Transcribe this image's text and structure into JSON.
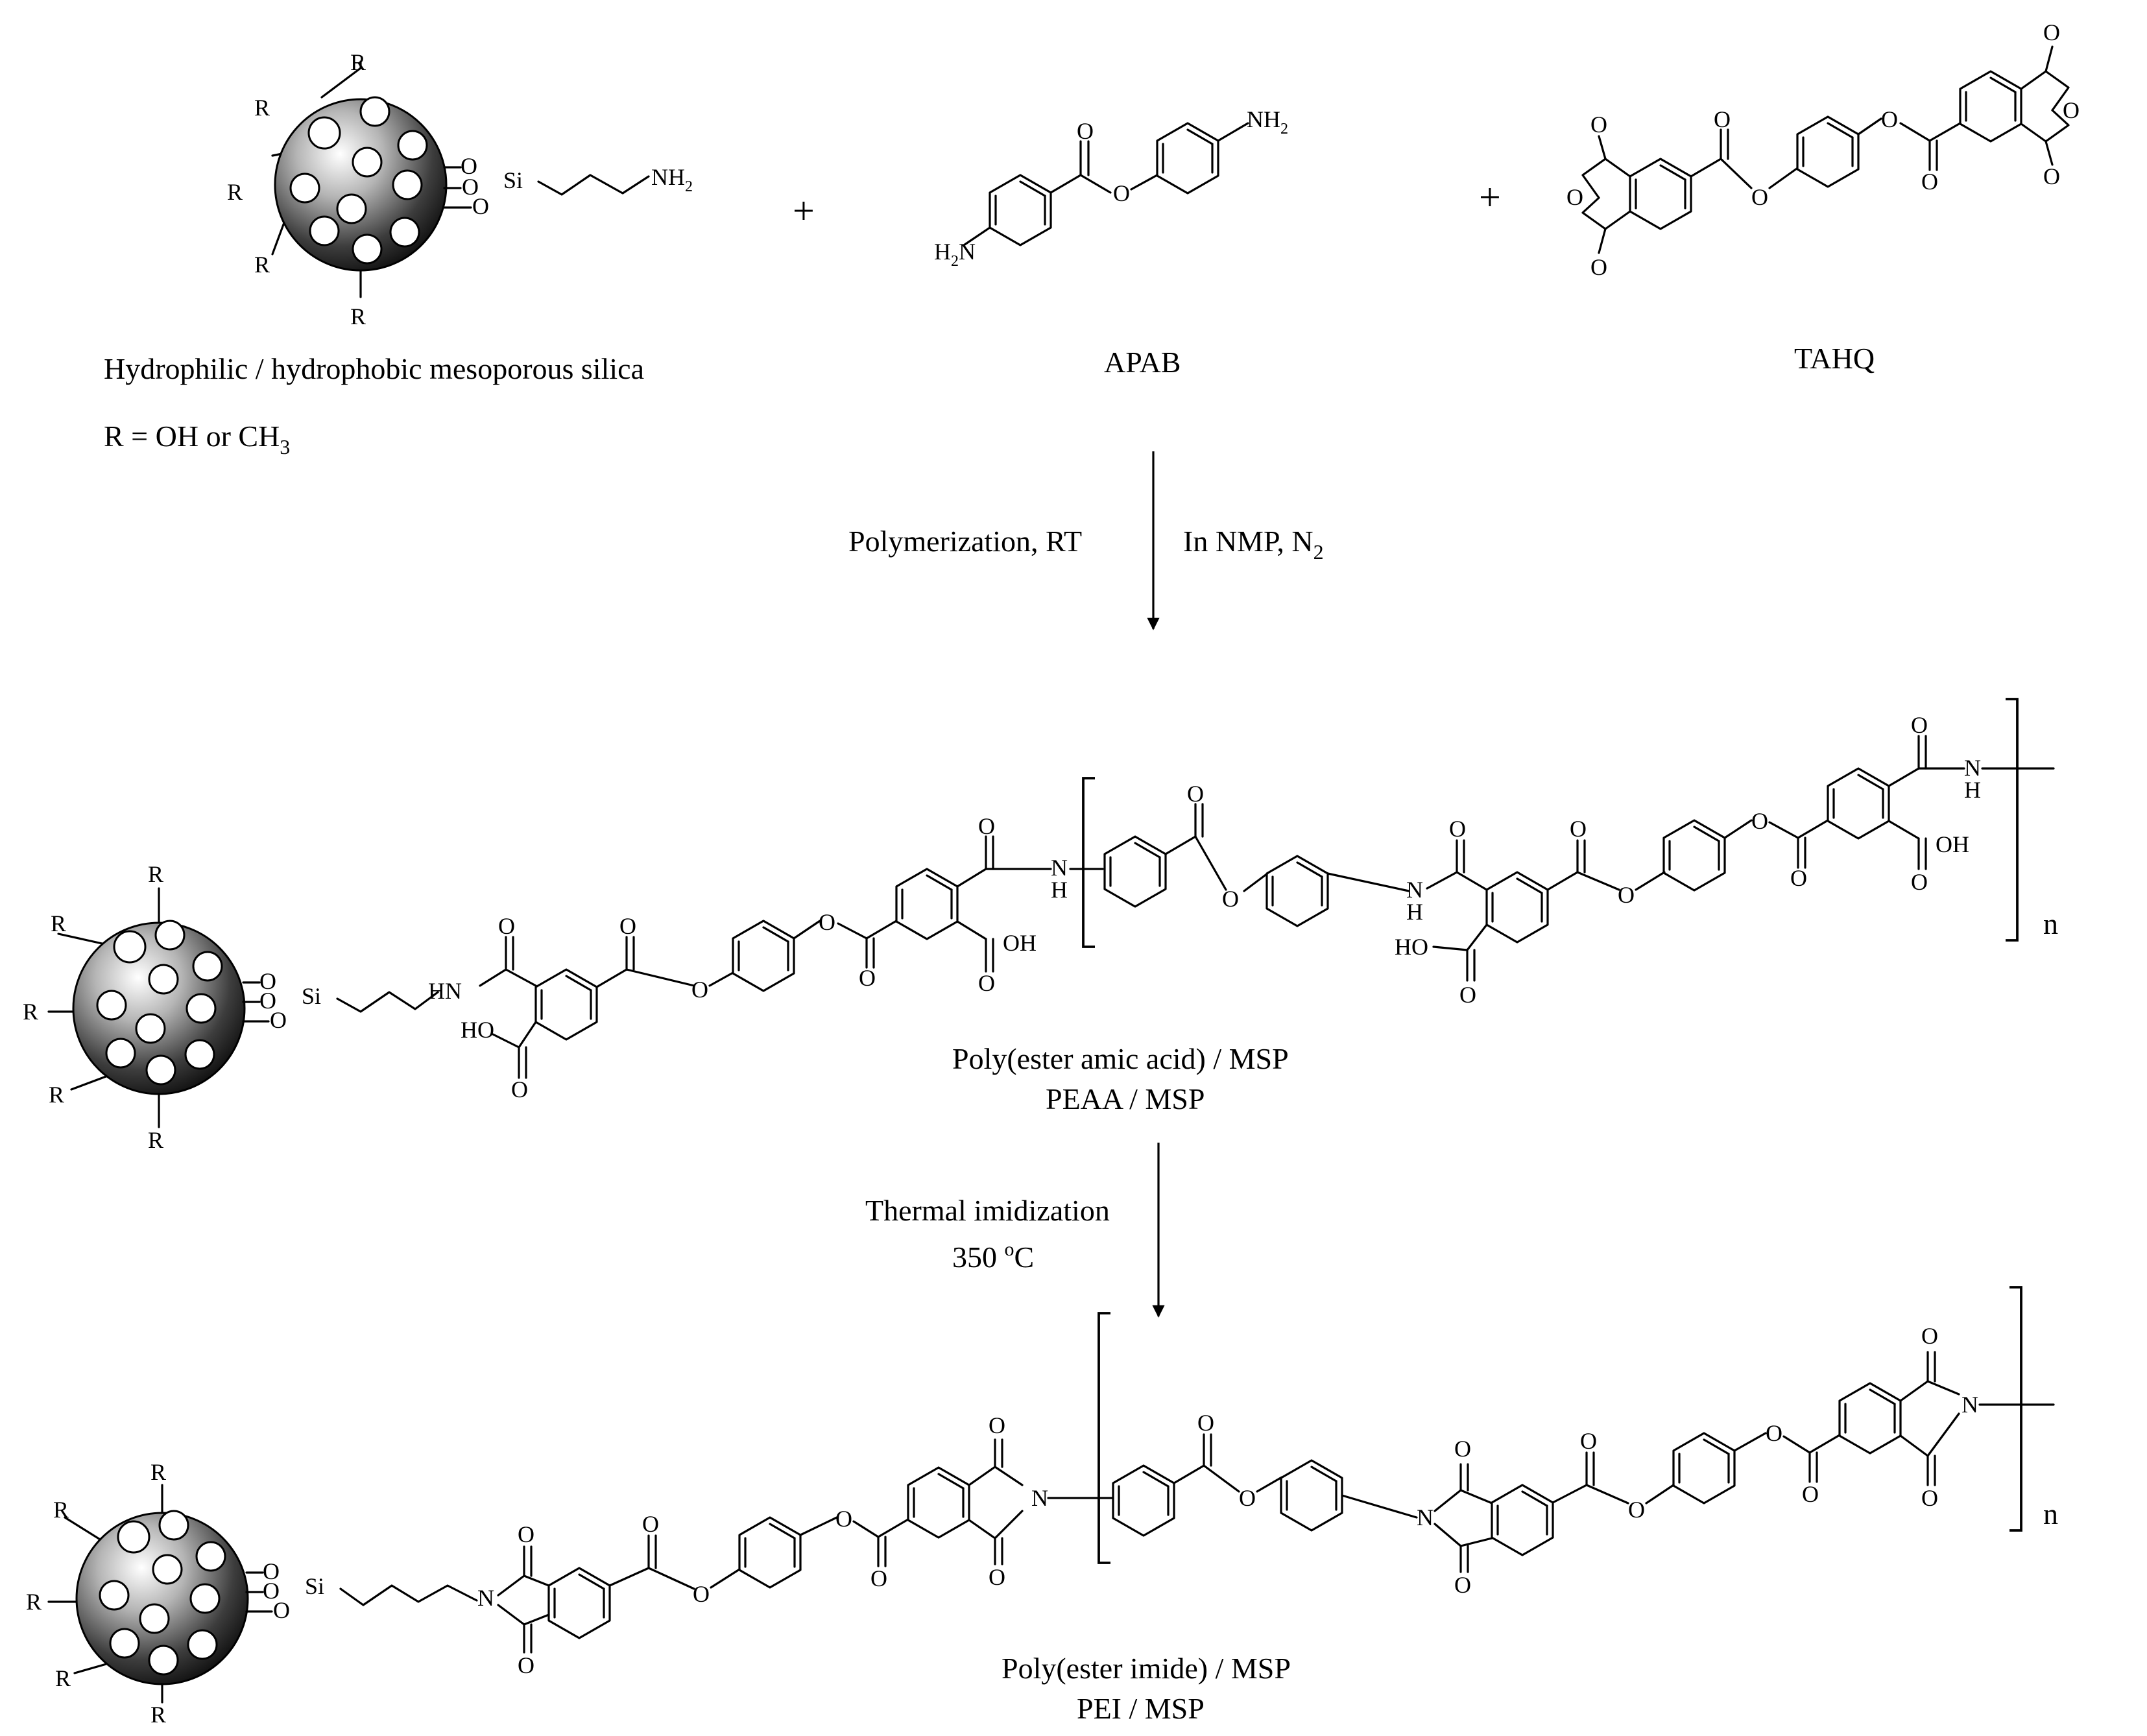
{
  "reactants": {
    "silica_label": "Hydrophilic / hydrophobic mesoporous silica",
    "r_definition": "R = OH or CH",
    "r_definition_sub": "3",
    "apab_label": "APAB",
    "tahq_label": "TAHQ",
    "plus_sign": "+"
  },
  "step1": {
    "left_condition": "Polymerization, RT",
    "right_condition": "In NMP, N",
    "right_condition_sub": "2"
  },
  "intermediate": {
    "name_line1": "Poly(ester amic acid) / MSP",
    "name_line2": "PEAA / MSP",
    "repeat_n": "n"
  },
  "step2": {
    "line1": "Thermal imidization",
    "line2_value": "350 ",
    "line2_sup": "o",
    "line2_unit": "C"
  },
  "product": {
    "name_line1": "Poly(ester imide) / MSP",
    "name_line2": "PEI / MSP",
    "repeat_n": "n"
  },
  "atoms": {
    "r": "R",
    "o": "O",
    "si": "Si",
    "nh2": "NH",
    "h2n": "H",
    "sub2": "2",
    "n": "N",
    "hn": "HN",
    "h": "H",
    "oh": "OH",
    "ho": "HO"
  }
}
